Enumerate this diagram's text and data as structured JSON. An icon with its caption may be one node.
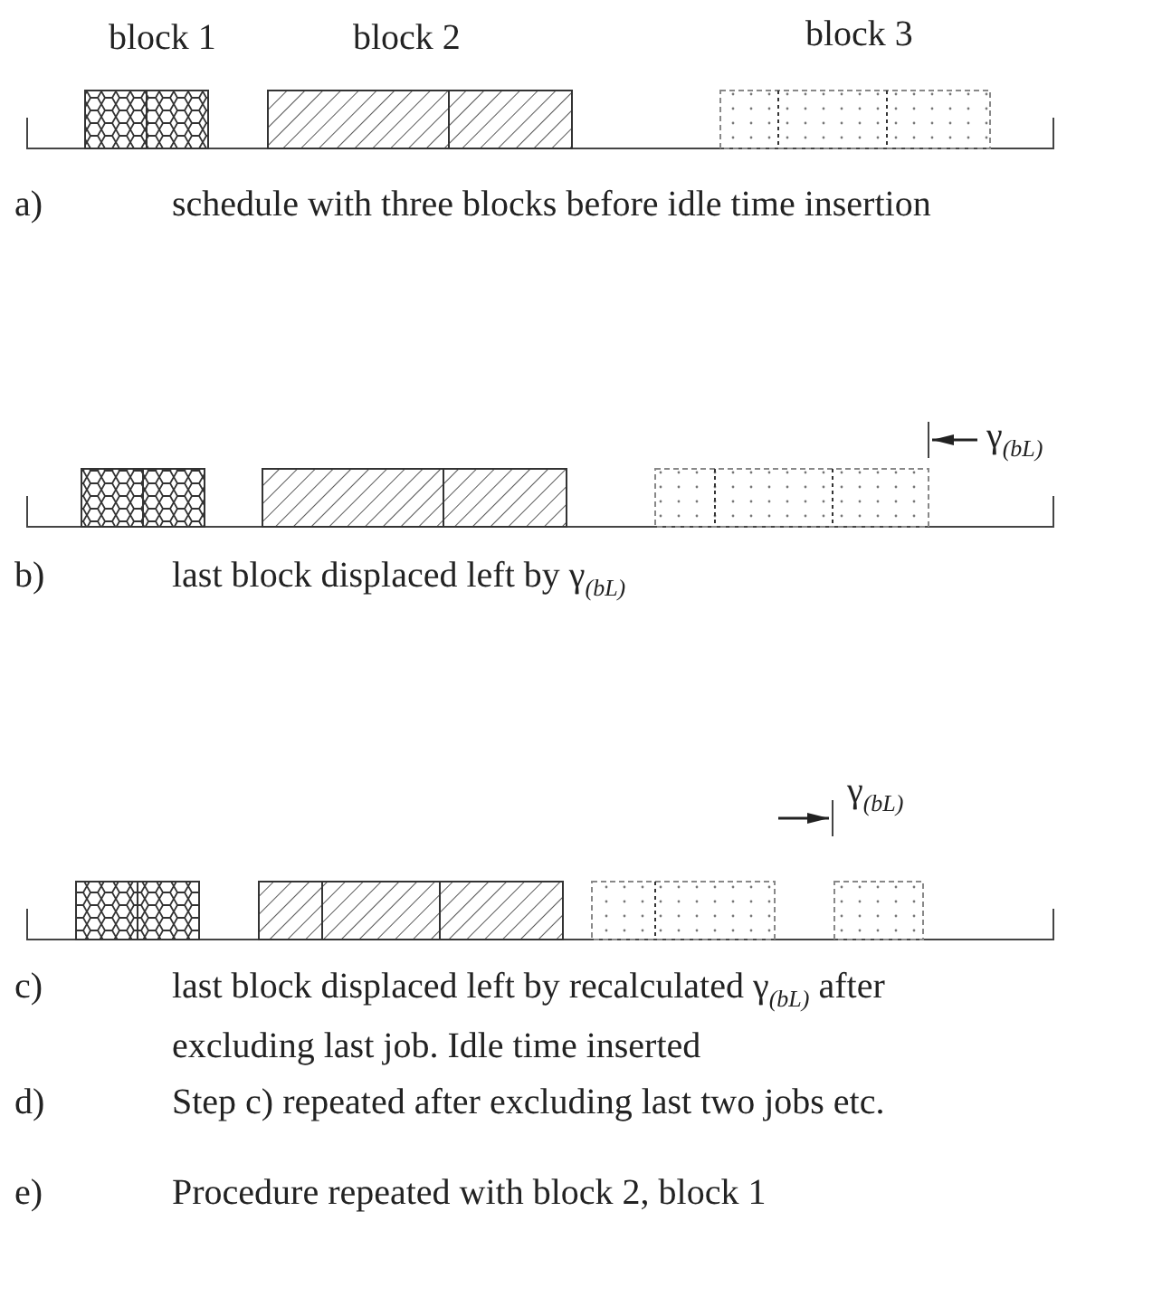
{
  "diagram": {
    "labels": [
      "block 1",
      "block 2",
      "block 3",
      "a)",
      "schedule with three blocks before idle time insertion",
      "γ$_{(bL)}$",
      "b)",
      "last block displaced left by γ$_{(bL)}$",
      "γ$_{(bL)}$",
      "c)",
      "last block displaced left by recalculated γ$_{(bL)}$ after excluding last job. Idle time inserted",
      "d)",
      "Step c) repeated after excluding last two jobs etc.",
      "e)",
      "Procedure repeated with block 2, block 1"
    ]
  }
}
